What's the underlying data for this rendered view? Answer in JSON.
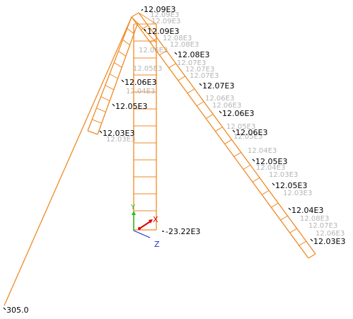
{
  "colors": {
    "background": "#ffffff",
    "member": "#F08A24",
    "label_primary": "#000000",
    "label_ghost": "#b4b4b4",
    "axis_x": "#e00000",
    "axis_y": "#1fbf1f",
    "axis_z": "#1e2fd8"
  },
  "axes": {
    "x": "X",
    "y": "Y",
    "z": "Z"
  },
  "labels": {
    "apex_top": "12.09E3",
    "apex_second": "12.09E3",
    "right_leg": [
      "12.08E3",
      "12.07E3",
      "12.06E3",
      "12.06E3",
      "12.05E3",
      "12.05E3",
      "12.04E3",
      "12.03E3"
    ],
    "left_leg": [
      "12.06E3",
      "12.05E3",
      "12.03E3"
    ],
    "center_support": "-23.22E3",
    "bottom_left": "305.0"
  },
  "ghost_labels": [
    "12.09E3",
    "12.09E3",
    "12.08E3",
    "12.08E3",
    "12.07E3",
    "12.07E3",
    "12.07E3",
    "12.06E3",
    "12.06E3",
    "12.05E3",
    "12.05E3",
    "12.04E3",
    "12.04E3",
    "12.03E3",
    "12.03E3",
    "12.06E3",
    "12.05E3",
    "12.04E3",
    "12.03E3",
    "12.08E3",
    "12.07E3",
    "12.06E3"
  ]
}
